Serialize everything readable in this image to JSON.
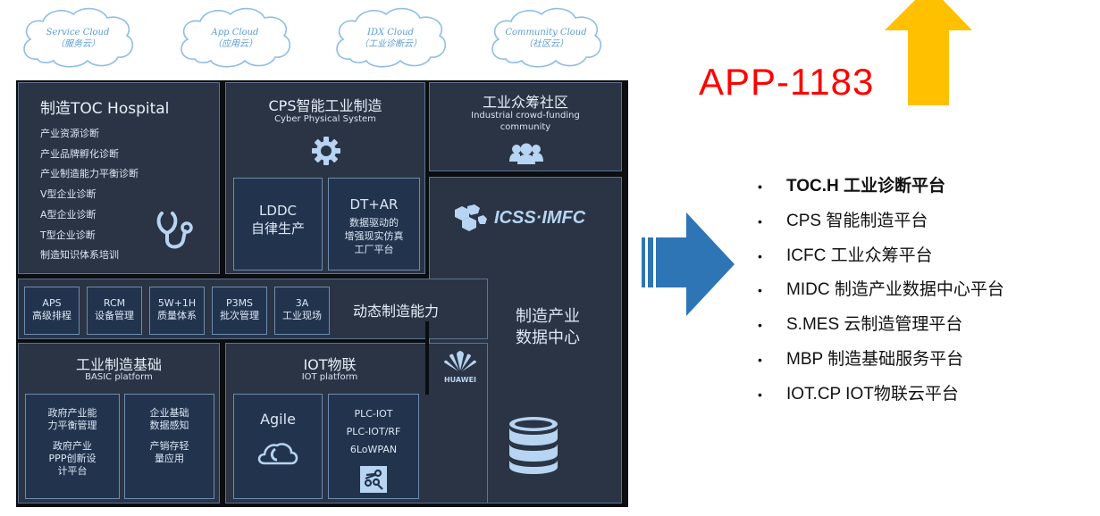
{
  "clouds": [
    {
      "en": "Service Cloud",
      "zh": "（服务云）"
    },
    {
      "en": "App Cloud",
      "zh": "（应用云）"
    },
    {
      "en": "IDX Cloud",
      "zh": "（工业诊断云）"
    },
    {
      "en": "Community Cloud",
      "zh": "（社区云）"
    }
  ],
  "toc": {
    "title": "制造TOC Hospital",
    "items": [
      "产业资源诊断",
      "产业品牌孵化诊断",
      "产业制造能力平衡诊断",
      "V型企业诊断",
      "A型企业诊断",
      "T型企业诊断",
      "制造知识体系培训"
    ],
    "icon": "stethoscope-icon"
  },
  "cps": {
    "title": "CPS智能工业制造",
    "subtitle": "Cyber Physical System",
    "icon": "gear-icon",
    "boxes": [
      {
        "title": "LDDC",
        "desc": "自律生产"
      },
      {
        "title": "DT+AR",
        "desc_lines": [
          "数据驱动的",
          "增强现实仿真",
          "工厂平台"
        ]
      }
    ]
  },
  "community": {
    "title": "工业众筹社区",
    "subtitle_lines": [
      "Industrial crowd-funding",
      "community"
    ],
    "icon": "users-icon"
  },
  "icss": {
    "logo_text": "ICSS·IMFC",
    "icon": "hexagon-cluster-icon"
  },
  "dynamic": {
    "label": "动态制造能力",
    "items": [
      {
        "code": "APS",
        "name": "高级排程"
      },
      {
        "code": "RCM",
        "name": "设备管理"
      },
      {
        "code": "5W+1H",
        "name": "质量体系"
      },
      {
        "code": "P3MS",
        "name": "批次管理"
      },
      {
        "code": "3A",
        "name": "工业现场"
      }
    ]
  },
  "datacenter": {
    "lines": [
      "制造产业",
      "数据中心"
    ],
    "icon": "database-icon"
  },
  "basic": {
    "title": "工业制造基础",
    "subtitle": "BASIC platform",
    "left_lines_a": [
      "政府产业能",
      "力平衡管理"
    ],
    "left_lines_b": [
      "政府产业",
      "PPP创新设",
      "计平台"
    ],
    "right_lines_a": [
      "企业基础",
      "数据感知"
    ],
    "right_lines_b": [
      "产销存轻",
      "量应用"
    ]
  },
  "iot": {
    "title": "IOT物联",
    "subtitle": "IOT platform",
    "brand": "HUAWEI",
    "agile": "Agile",
    "protocols": [
      "PLC-IOT",
      "PLC-IOT/RF",
      "6LoWPAN"
    ]
  },
  "app_id": "APP-1183",
  "colors": {
    "app_id": "#ff0000",
    "up_arrow": "#ffc000",
    "right_arrow": "#2e75b6",
    "panel": "#2a3444",
    "accent_light": "#b7d4f2"
  },
  "platforms": [
    {
      "text": "TOC.H  工业诊断平台",
      "bold": true
    },
    {
      "text": "CPS 智能制造平台",
      "bold": false
    },
    {
      "text": "ICFC 工业众筹平台",
      "bold": false
    },
    {
      "text": "MIDC 制造产业数据中心平台",
      "bold": false
    },
    {
      "text": "S.MES 云制造管理平台",
      "bold": false
    },
    {
      "text": "MBP 制造基础服务平台",
      "bold": false
    },
    {
      "text": "IOT.CP  IOT物联云平台",
      "bold": false
    }
  ],
  "bullet": "•"
}
